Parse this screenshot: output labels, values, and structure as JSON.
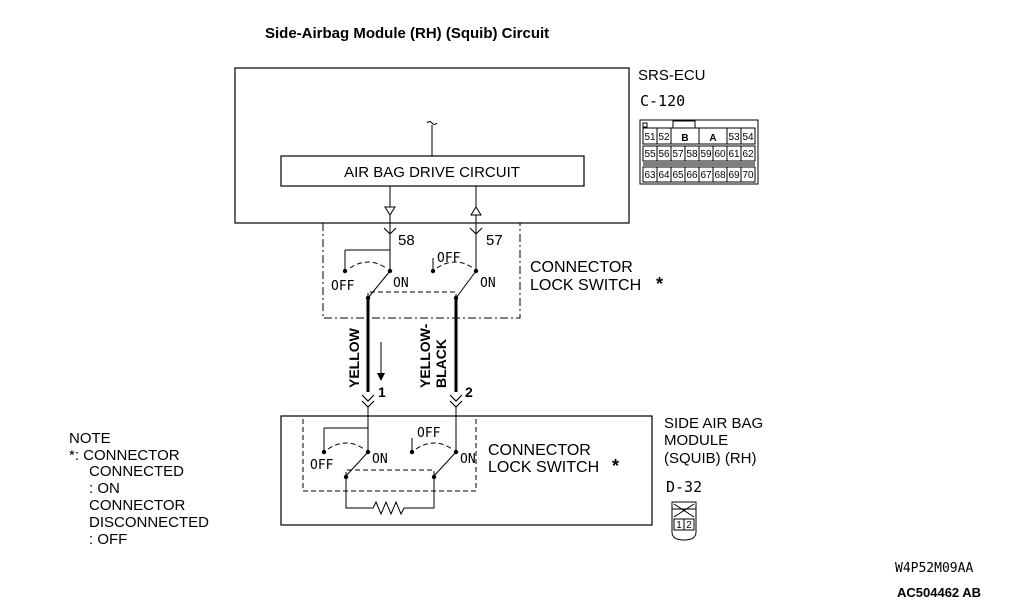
{
  "title": "Side-Airbag Module (RH) (Squib) Circuit",
  "ecu": {
    "name": "SRS-ECU",
    "connector": "C-120",
    "drive_circuit_label": "AIR BAG DRIVE CIRCUIT",
    "pins_row1": [
      "51",
      "52",
      "B",
      "A",
      "53",
      "54"
    ],
    "pins_row2": [
      "55",
      "56",
      "57",
      "58",
      "59",
      "60",
      "61",
      "62"
    ],
    "pins_row3": [
      "63",
      "64",
      "65",
      "66",
      "67",
      "68",
      "69",
      "70"
    ]
  },
  "ecu_pins": {
    "left": "58",
    "right": "57"
  },
  "lock_switch_label_line1": "CONNECTOR",
  "lock_switch_label_line2": "LOCK SWITCH",
  "asterisk": "*",
  "switch_off": "OFF",
  "switch_on": "ON",
  "wires": {
    "left_color": "YELLOW",
    "right_color_line1": "YELLOW-",
    "right_color_line2": "BLACK",
    "left_pin": "1",
    "right_pin": "2"
  },
  "module": {
    "name_line1": "SIDE AIR BAG",
    "name_line2": "MODULE",
    "name_line3": "(SQUIB) (RH)",
    "connector": "D-32",
    "pins": [
      "1",
      "2"
    ]
  },
  "note": {
    "heading": "NOTE",
    "line1": "*: CONNECTOR",
    "line2": "CONNECTED",
    "line3": ": ON",
    "line4": "CONNECTOR",
    "line5": "DISCONNECTED",
    "line6": ": OFF"
  },
  "codes": {
    "code1": "W4P52M09AA",
    "code2": "AC504462 AB"
  }
}
